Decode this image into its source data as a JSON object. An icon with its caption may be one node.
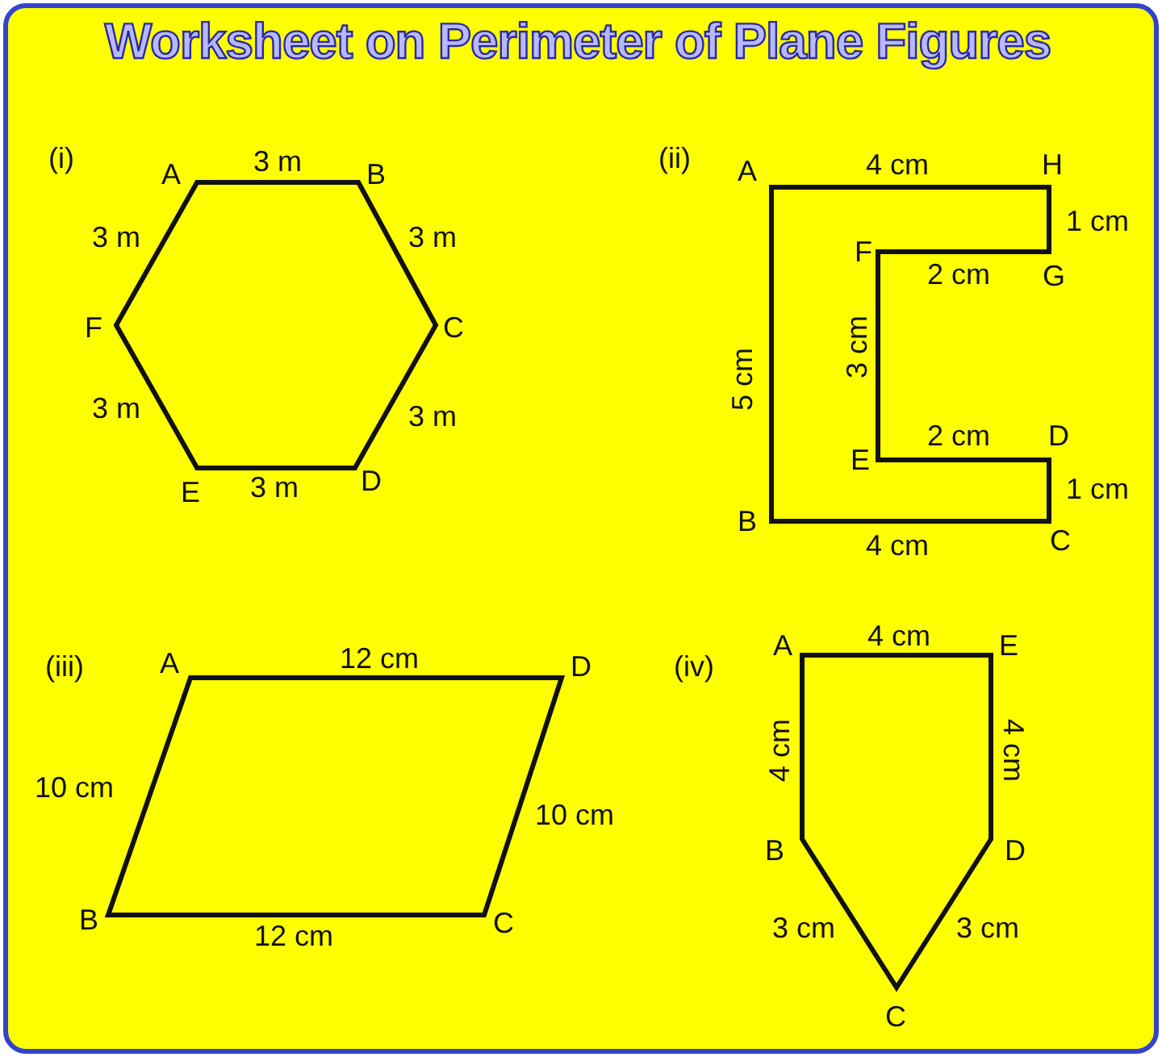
{
  "diagram": {
    "title": "Worksheet on Perimeter of Plane Figures",
    "nodes": [
      {
        "text": [],
        "shape": "hexagon",
        "beside": [
          "(i)",
          "A",
          "3 m",
          "B",
          "3 m",
          "3 m",
          "F",
          "C",
          "3 m",
          "3 m",
          "E",
          "3 m",
          "D"
        ]
      },
      {
        "text": [],
        "shape": "polygon",
        "beside": [
          "(ii)",
          "A",
          "4 cm",
          "H",
          "1 cm",
          "2 cm",
          "G",
          "5 cm",
          "2 cm",
          "D",
          "1 cm",
          "B",
          "4 cm",
          "C"
        ]
      },
      {
        "text": [],
        "shape": "parallelogram",
        "beside": [
          "(iii)",
          "A",
          "12 cm",
          "D",
          "10 cm",
          "10 cm",
          "B",
          "12 cm",
          "C"
        ]
      },
      {
        "text": [],
        "shape": "pentagon",
        "beside": [
          "(iv)",
          "A",
          "4 cm",
          "E",
          "4 cm",
          "4 cm",
          "B",
          "D",
          "3 cm",
          "3 cm",
          "C"
        ]
      }
    ],
    "labels": [
      "F",
      "3 cm",
      "E"
    ]
  }
}
